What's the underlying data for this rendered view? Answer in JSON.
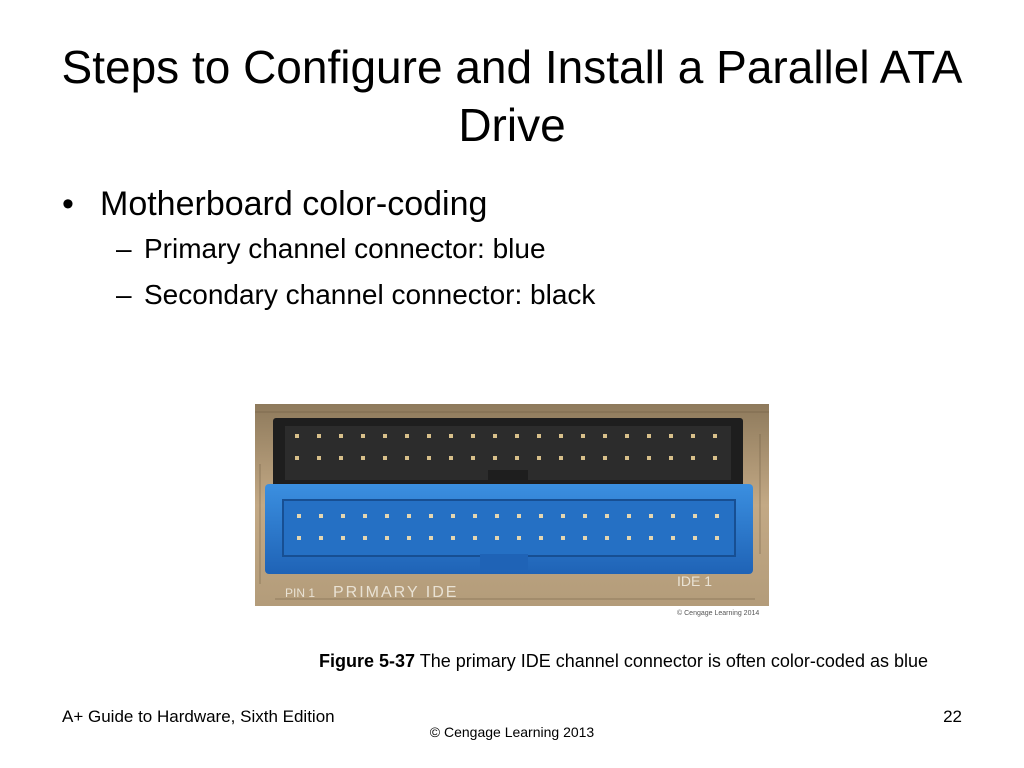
{
  "slide": {
    "title": "Steps to Configure and Install a Parallel ATA Drive",
    "bullets": [
      {
        "marker": "•",
        "text": "Motherboard color-coding",
        "sub": [
          {
            "marker": "–",
            "text": "Primary channel connector: blue"
          },
          {
            "marker": "–",
            "text": "Secondary channel connector: black"
          }
        ]
      }
    ]
  },
  "figure": {
    "photo_label_pin": "PIN 1",
    "photo_label_primary": "PRIMARY IDE",
    "photo_label_ide": "IDE 1",
    "credit_symbol": "©",
    "credit_text": "Cengage Learning 2014",
    "caption_number": "Figure 5-37",
    "caption_text": "The primary IDE channel connector is often color-coded as blue",
    "colors": {
      "primary_connector": "#2f7fd3",
      "secondary_connector": "#222222",
      "board": "#bba27e"
    }
  },
  "footer": {
    "left": "A+ Guide to Hardware, Sixth Edition",
    "page_number": "22",
    "copyright": "© Cengage Learning  2013"
  }
}
